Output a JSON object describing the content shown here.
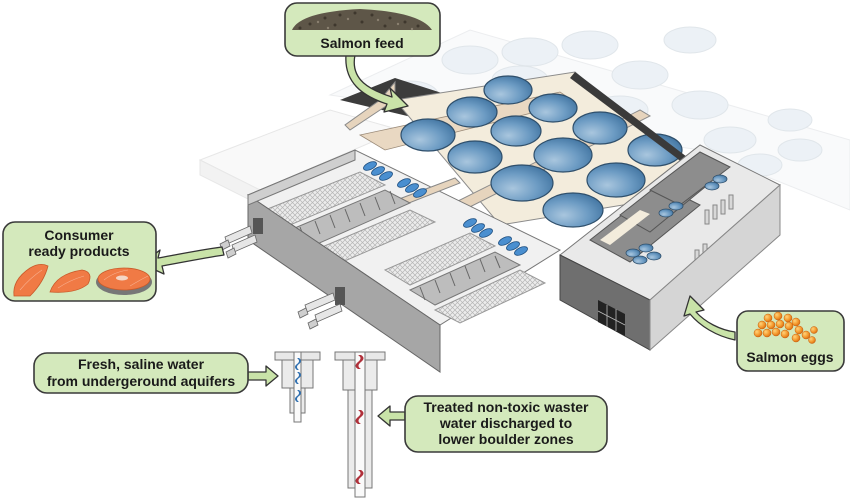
{
  "diagram": {
    "subject": "Land-based recirculating salmon aquaculture facility",
    "colors": {
      "callout_fill": "#d4e9bc",
      "callout_border": "#3a3a3a",
      "arrow_fill": "#c9e3a8",
      "tank_water": "#5b8db8",
      "tank_water_light": "#8fb4d4",
      "floor": "#f3ecdc",
      "wall": "#9b9b9b",
      "wall_dark": "#6f6f6f",
      "roof_edge": "#3c3c3c",
      "salmon": "#f07a45",
      "egg": "#f39a32",
      "feed": "#5e5648",
      "inflow": "#2f6fb0",
      "outflow": "#b0303a"
    },
    "callouts": {
      "feed": {
        "label": "Salmon feed",
        "icon": "feed-pellets-icon"
      },
      "products": {
        "line1": "Consumer",
        "line2": "ready products",
        "icon": "salmon-fillets-icon"
      },
      "eggs": {
        "label": "Salmon eggs",
        "icon": "salmon-eggs-icon"
      },
      "fresh_water": {
        "line1": "Fresh, saline water",
        "line2": "from undergeround aquifers"
      },
      "waste_water": {
        "line1": "Treated non-toxic waster",
        "line2": "water discharged to",
        "line3": "lower boulder zones"
      }
    },
    "components": [
      "grow-out-tank-hall",
      "smolt-rearing-raceways",
      "hatchery-rooms",
      "processing-dock-trucks",
      "inflow-well",
      "discharge-well"
    ]
  }
}
